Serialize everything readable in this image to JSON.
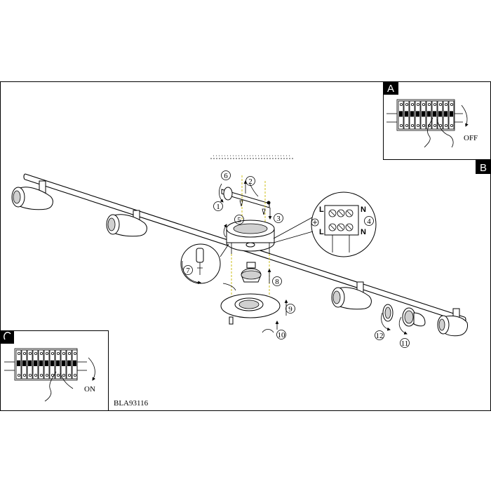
{
  "panels": {
    "a": {
      "tab": "A",
      "switch_label": "OFF"
    },
    "b": {
      "tab": "B"
    },
    "c": {
      "tab": "C",
      "switch_label": "ON"
    }
  },
  "model_code": "BLA93116",
  "callouts": [
    "1",
    "2",
    "3",
    "4",
    "5",
    "6",
    "7",
    "8",
    "9",
    "10",
    "11",
    "12"
  ],
  "terminal_labels": {
    "top_left": "L",
    "top_right": "N",
    "bottom_left": "L",
    "bottom_right": "N"
  }
}
